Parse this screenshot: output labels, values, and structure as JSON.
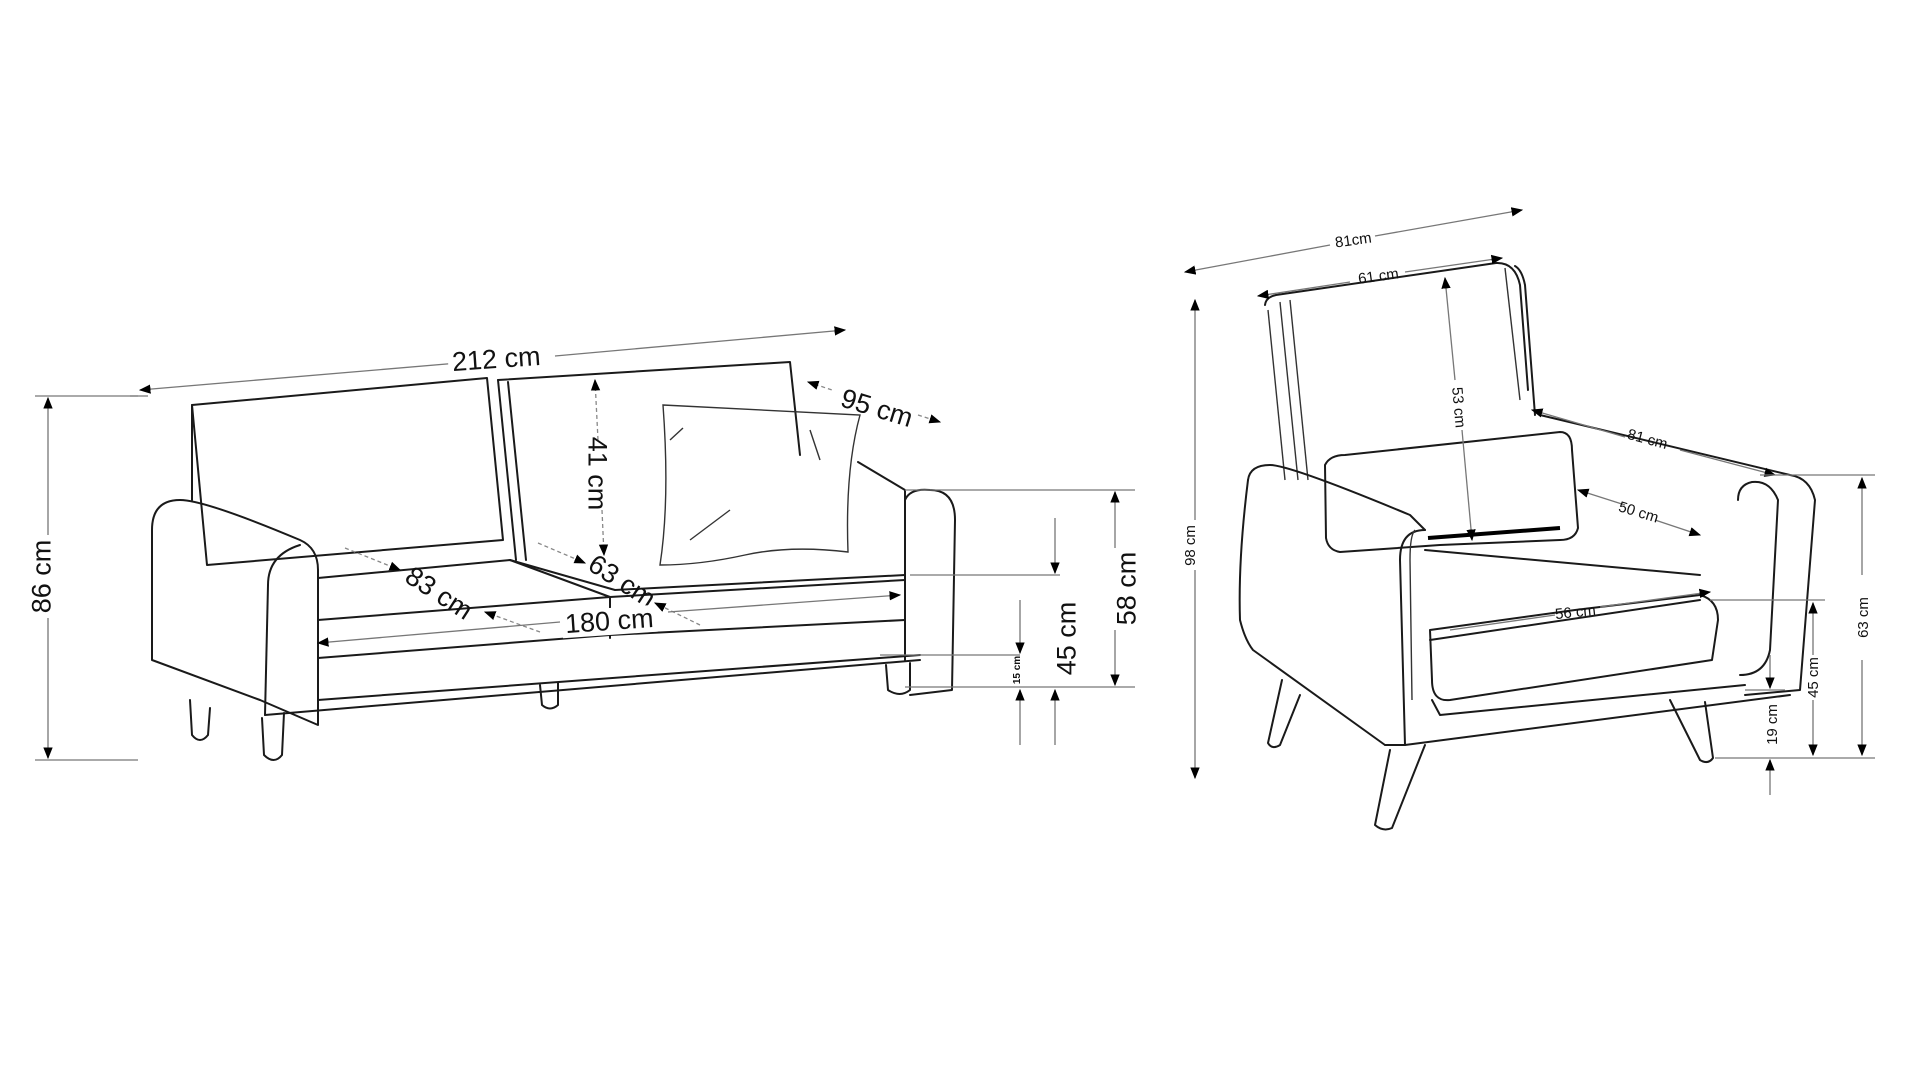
{
  "diagram": {
    "type": "furniture-dimension-drawing",
    "background": "#ffffff",
    "line_color": "#1a1a1a",
    "sofa": {
      "title": "3-seat sofa",
      "dimensions": {
        "overall_width": "212 cm",
        "seat_width": "180 cm",
        "overall_depth": "95 cm",
        "seat_depth_left": "83 cm",
        "seat_depth_right": "63 cm",
        "backrest_height": "41 cm",
        "overall_height": "86 cm",
        "armrest_height": "58 cm",
        "seat_height": "45 cm",
        "leg_height": "15 cm"
      }
    },
    "armchair": {
      "title": "Armchair",
      "dimensions": {
        "overall_width": "81cm",
        "backrest_width": "61 cm",
        "overall_depth": "81 cm",
        "backrest_height": "53 cm",
        "inner_seat_depth": "50 cm",
        "seat_width": "56 cm",
        "overall_height": "98 cm",
        "armrest_height": "63 cm",
        "seat_height": "45 cm",
        "leg_height": "19 cm"
      }
    }
  }
}
